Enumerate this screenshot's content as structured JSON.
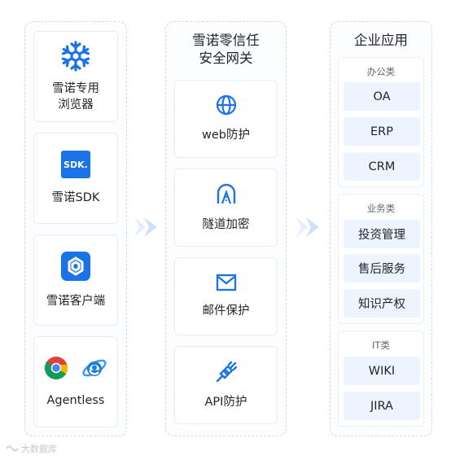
{
  "clients": [
    {
      "label": "雪诺专用\n浏览器",
      "icon": "snowflake-logo-icon"
    },
    {
      "label": "雪诺SDK",
      "icon": "sdk-icon",
      "icon_text": "SDK."
    },
    {
      "label": "雪诺客户端",
      "icon": "client-app-icon"
    },
    {
      "label": "Agentless",
      "icon": "browsers-icon"
    }
  ],
  "gateway": {
    "title": "雪诺零信任\n安全网关",
    "features": [
      {
        "label": "web防护",
        "icon": "globe-icon"
      },
      {
        "label": "隧道加密",
        "icon": "tunnel-icon"
      },
      {
        "label": "邮件保护",
        "icon": "mail-icon"
      },
      {
        "label": "API防护",
        "icon": "plug-icon"
      }
    ]
  },
  "apps": {
    "title": "企业应用",
    "groups": [
      {
        "title": "办公类",
        "items": [
          "OA",
          "ERP",
          "CRM"
        ]
      },
      {
        "title": "业务类",
        "items": [
          "投资管理",
          "售后服务",
          "知识产权"
        ]
      },
      {
        "title": "IT类",
        "items": [
          "WIKI",
          "JIRA"
        ]
      }
    ]
  },
  "watermark": {
    "text": "大数据库"
  },
  "colors": {
    "accent": "#1a73e8",
    "pill_bg": "#eef4ff",
    "arrow": "#cfe0fb"
  }
}
